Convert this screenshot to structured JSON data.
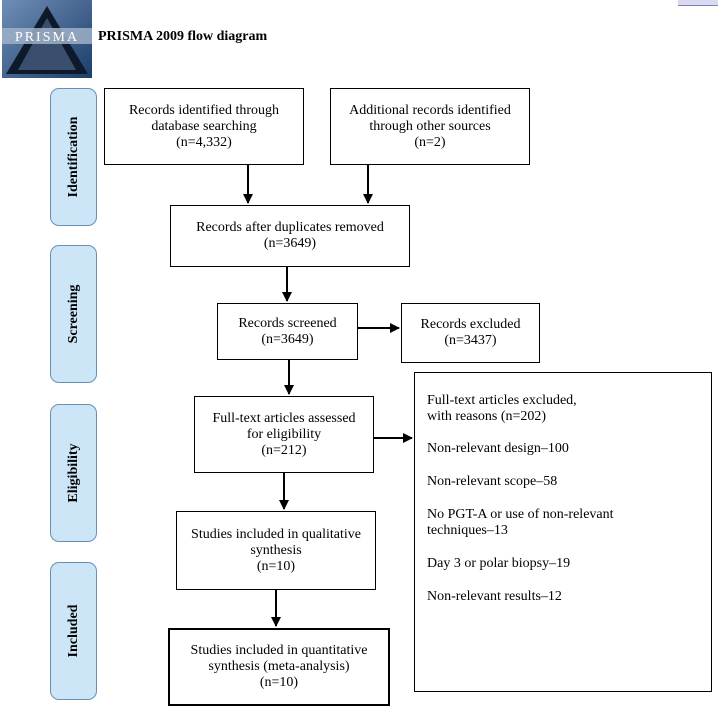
{
  "header": {
    "logo_text": "PRISMA",
    "title": "PRISMA 2009 flow diagram"
  },
  "phases": {
    "identification": "Identification",
    "screening": "Screening",
    "eligibility": "Eligibility",
    "included": "Included"
  },
  "boxes": {
    "db_search": [
      "Records identified through",
      "database searching",
      "(n=4,332)"
    ],
    "other_sources": [
      "Additional records identified",
      "through other sources",
      "(n=2)"
    ],
    "duplicates_removed": [
      "Records after duplicates removed",
      "(n=3649)"
    ],
    "screened": [
      "Records screened",
      "(n=3649)"
    ],
    "excluded": [
      "Records excluded",
      "(n=3437)"
    ],
    "fulltext_assessed": [
      "Full-text articles assessed",
      "for eligibility",
      "(n=212)"
    ],
    "qualitative": [
      "Studies included in qualitative",
      "synthesis",
      "(n=10)"
    ],
    "quantitative": [
      "Studies included in quantitative",
      "synthesis (meta-analysis)",
      "(n=10)"
    ]
  },
  "fulltext_excluded": {
    "heading": [
      "Full-text articles excluded,",
      "with reasons (n=202)"
    ],
    "reasons": [
      [
        "Non-relevant design–100"
      ],
      [
        "Non-relevant scope–58"
      ],
      [
        "No PGT-A or use of non-relevant",
        "techniques–13"
      ],
      [
        "Day 3 or polar biopsy–19"
      ],
      [
        "Non-relevant results–12"
      ]
    ]
  }
}
